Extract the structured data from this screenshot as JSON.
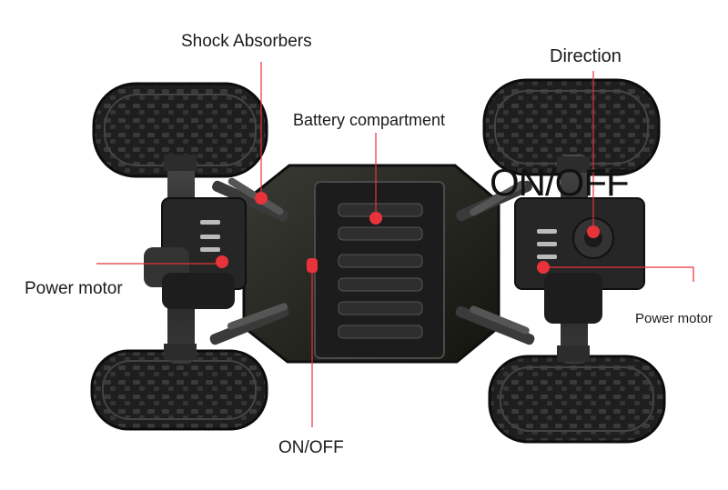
{
  "labels": {
    "shock_absorbers": "Shock Absorbers",
    "battery_compartment": "Battery compartment",
    "direction": "Direction",
    "on_off_large": "ON/OFF",
    "power_motor_left": "Power motor",
    "power_motor_right": "Power motor",
    "on_off_bottom": "ON/OFF"
  },
  "colors": {
    "callout": "#e8333b",
    "tire": "#1c1c1c",
    "chassis": "#2a2a2a",
    "background": "#ffffff"
  }
}
